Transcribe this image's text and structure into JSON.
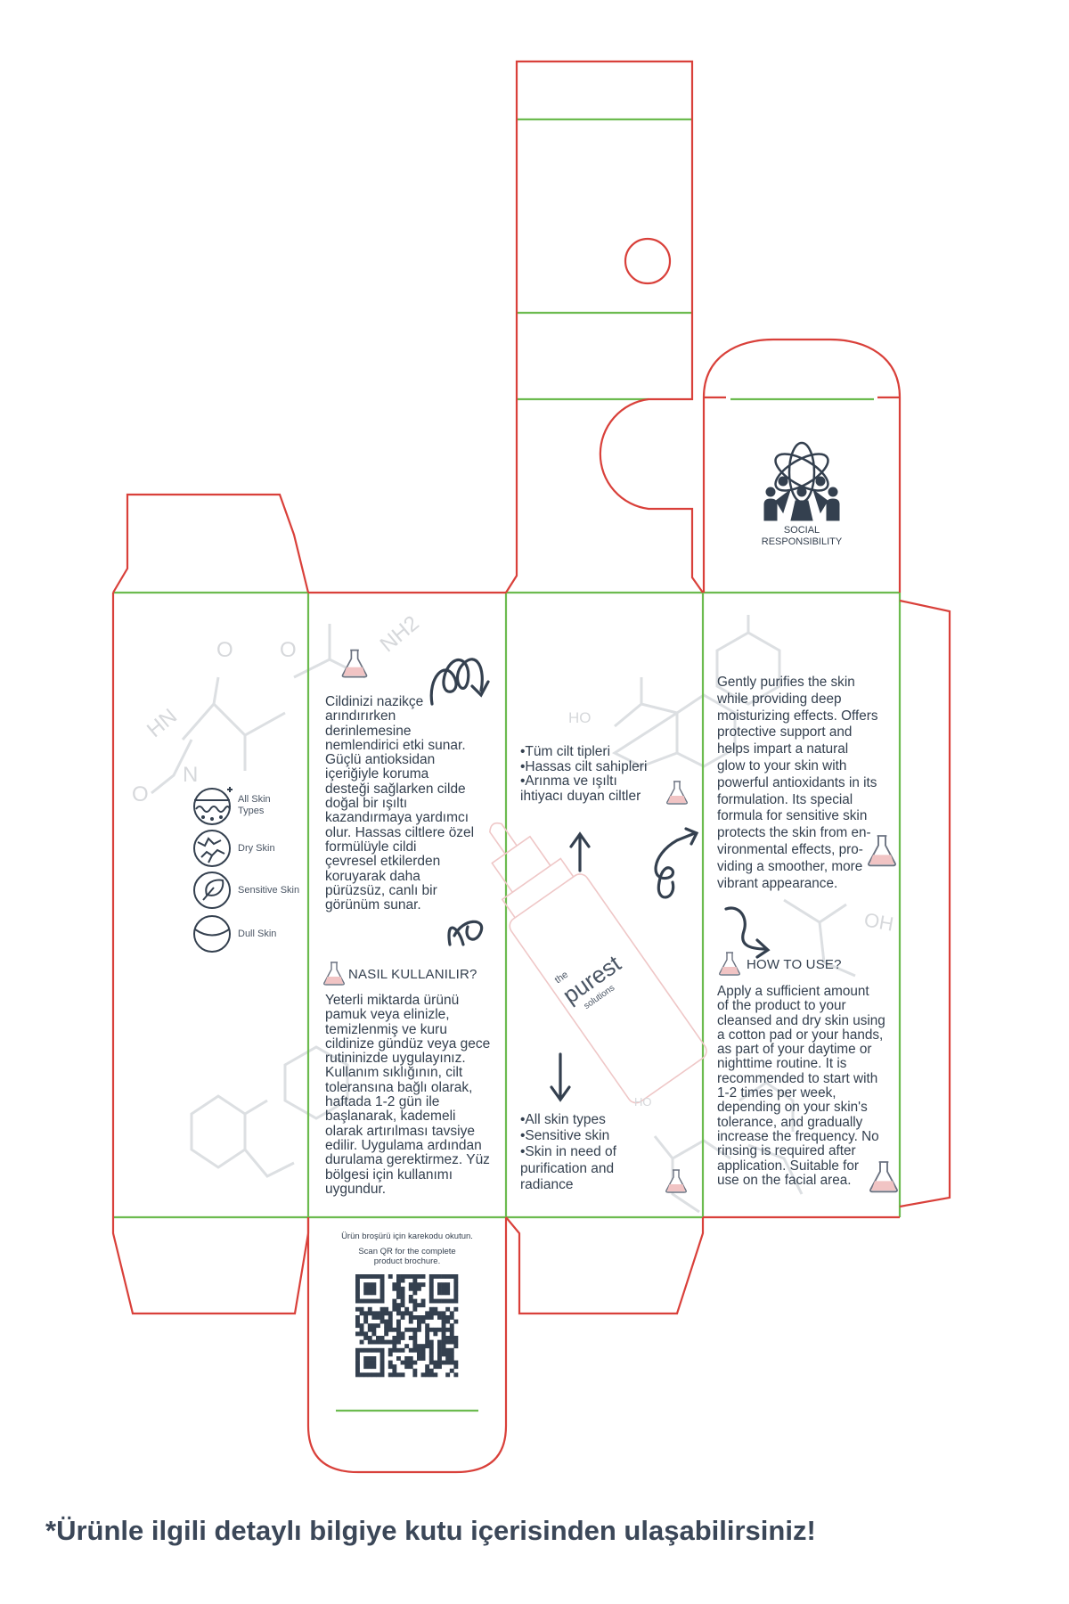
{
  "colors": {
    "cut_line": "#d9403a",
    "fold_line": "#6cbb4f",
    "text": "#34404f",
    "accent_pink": "#f2c6c6"
  },
  "left_panel": {
    "skin_types": [
      {
        "icon": "skin-layers-icon",
        "label": "All Skin\nTypes"
      },
      {
        "icon": "cracked-skin-icon",
        "label": "Dry Skin"
      },
      {
        "icon": "leaf-icon",
        "label": "Sensitive Skin"
      },
      {
        "icon": "dull-circle-icon",
        "label": "Dull Skin"
      }
    ]
  },
  "tr_panel": {
    "description": "Cildinizi nazikçe\narındırırken\nderinlemesine\nnemlendirici etki sunar.\nGüçlü antioksidan\niçeriğiyle koruma\ndesteği sağlarken cilde\ndoğal bir ışıltı\nkazandırmaya yardımcı\nolur. Hassas ciltlere özel\nformülüyle cildi\nçevresel etkilerden\nkoruyarak daha\npürüzsüz, canlı bir\ngörünüm sunar.",
    "usage_heading": "NASIL KULLANILIR?",
    "usage_text": "Yeterli miktarda ürünü\npamuk veya elinizle,\ntemizlenmiş ve kuru\ncildinize gündüz veya gece\nrutininizde uygulayınız.\nKullanım sıklığının, cilt\ntoleransına bağlı olarak,\nhaftada 1-2 gün ile\nbaşlanarak, kademeli\nolarak artırılması tavsiye\nedilir. Uygulama ardından\ndurulama gerektirmez. Yüz\nbölgesi için kullanımı\nuygundur."
  },
  "front_panel": {
    "target_tr": "•Tüm cilt tipleri\n•Hassas cilt sahipleri\n•Arınma ve ışıltı\nihtiyacı duyan ciltler",
    "target_en": "•All skin types\n•Sensitive skin\n•Skin in need of\npurification and\nradiance",
    "logo": {
      "the": "the",
      "brand": "purest",
      "sub": "solutions"
    }
  },
  "en_panel": {
    "description": "Gently purifies the skin\nwhile providing deep\nmoisturizing effects. Offers\nprotective support and\nhelps impart a natural\nglow to your skin with\npowerful antioxidants in its\nformulation. Its special\nformula for sensitive skin\nprotects the skin from en-\nvironmental effects, pro-\nviding a smoother, more\nvibrant appearance.",
    "usage_heading": "HOW TO USE?",
    "usage_text": "Apply a sufficient amount\nof the product to your\ncleansed and dry skin using\na cotton pad or your hands,\nas part of your daytime or\nnighttime routine. It is\nrecommended to start with\n1-2 times per week,\ndepending on your skin's\ntolerance, and gradually\nincrease the frequency. No\nrinsing is required after\napplication. Suitable for\nuse on the facial area."
  },
  "top_flap": {
    "social_label": "SOCIAL\nRESPONSIBILITY"
  },
  "bottom_flap": {
    "qr_tr": "Ürün broşürü için karekodu okutun.",
    "qr_en": "Scan QR for the complete\nproduct brochure."
  },
  "decor_labels": {
    "hn": "HN",
    "o1": "O",
    "o2": "O",
    "o3": "O",
    "n": "N",
    "nh2": "NH2",
    "ho1": "HO",
    "ho2": "HO",
    "oh": "OH"
  },
  "footer": "*Ürünle ilgili detaylı bilgiye kutu içerisinden ulaşabilirsiniz!"
}
